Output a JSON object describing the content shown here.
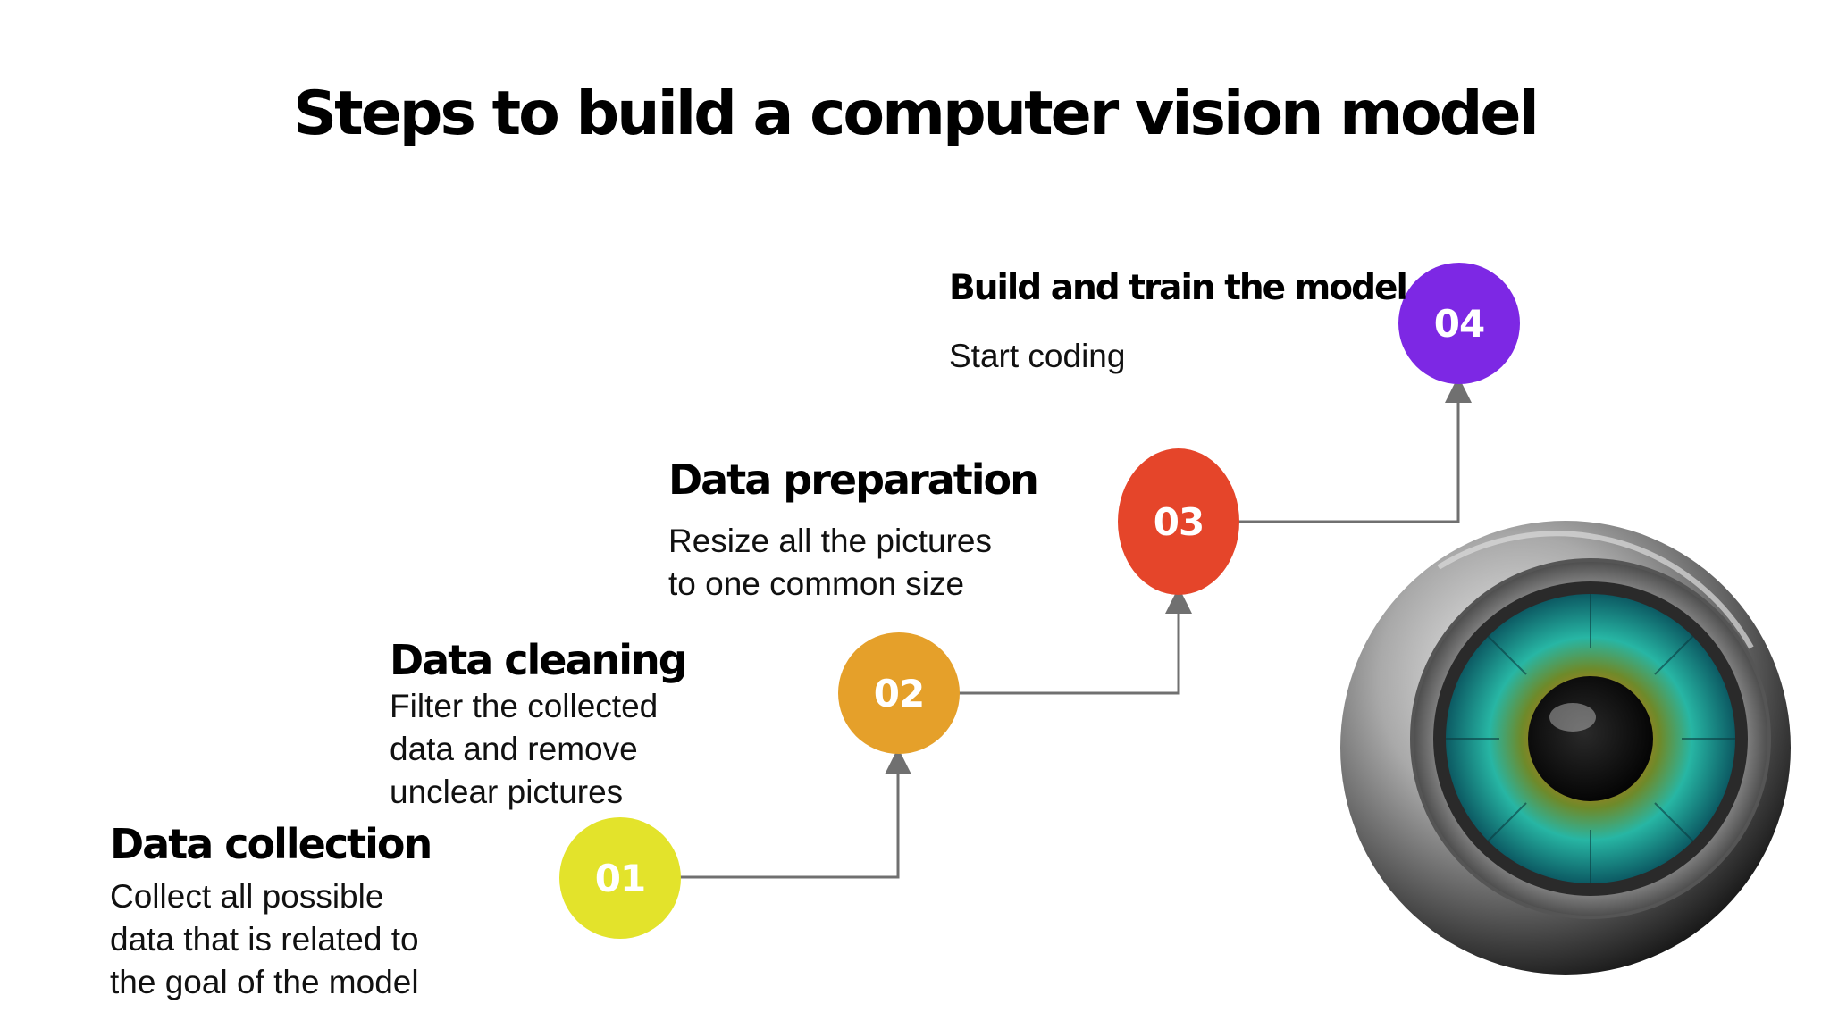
{
  "title": "Steps to build a computer vision model",
  "colors": {
    "step1": "#e3e32b",
    "step2": "#e5a02a",
    "step3": "#e5452a",
    "step4": "#7d28e4",
    "connector": "#707070"
  },
  "steps": [
    {
      "number": "01",
      "title": "Data collection",
      "description": "Collect all possible\ndata that is related to\nthe goal of the model"
    },
    {
      "number": "02",
      "title": "Data cleaning",
      "description": "Filter the collected\ndata and remove\nunclear pictures"
    },
    {
      "number": "03",
      "title": "Data preparation",
      "description": "Resize all the pictures\nto one common size"
    },
    {
      "number": "04",
      "title": "Build and train the model",
      "description": "Start coding"
    }
  ],
  "illustration": {
    "icon": "eye-lens-icon"
  }
}
